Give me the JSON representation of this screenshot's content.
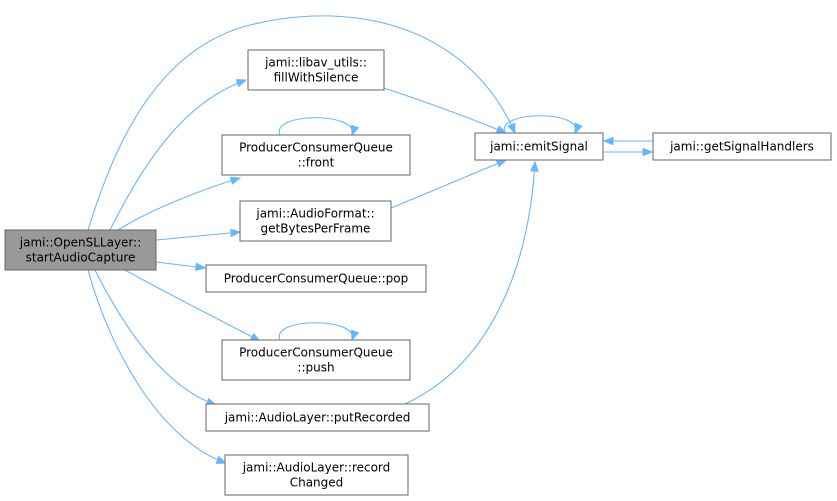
{
  "diagram": {
    "type": "call-graph",
    "colors": {
      "edge": "#63b8ff",
      "node_border": "#666666",
      "node_fill": "#ffffff",
      "root_fill": "#999999"
    },
    "nodes": [
      {
        "id": "start",
        "lines": [
          "jami::OpenSLLayer::",
          "startAudioCapture"
        ],
        "root": true
      },
      {
        "id": "fill",
        "lines": [
          "jami::libav_utils::",
          "fillWithSilence"
        ]
      },
      {
        "id": "front",
        "lines": [
          "ProducerConsumerQueue",
          "::front"
        ]
      },
      {
        "id": "bytes",
        "lines": [
          "jami::AudioFormat::",
          "getBytesPerFrame"
        ]
      },
      {
        "id": "pop",
        "lines": [
          "ProducerConsumerQueue::pop"
        ]
      },
      {
        "id": "push",
        "lines": [
          "ProducerConsumerQueue",
          "::push"
        ]
      },
      {
        "id": "putrec",
        "lines": [
          "jami::AudioLayer::putRecorded"
        ]
      },
      {
        "id": "recch",
        "lines": [
          "jami::AudioLayer::record",
          "Changed"
        ]
      },
      {
        "id": "emit",
        "lines": [
          "jami::emitSignal"
        ]
      },
      {
        "id": "handlers",
        "lines": [
          "jami::getSignalHandlers"
        ]
      }
    ],
    "edges": [
      {
        "from": "start",
        "to": "emit"
      },
      {
        "from": "start",
        "to": "fill"
      },
      {
        "from": "start",
        "to": "front"
      },
      {
        "from": "start",
        "to": "bytes"
      },
      {
        "from": "start",
        "to": "pop"
      },
      {
        "from": "start",
        "to": "push"
      },
      {
        "from": "start",
        "to": "putrec"
      },
      {
        "from": "start",
        "to": "recch"
      },
      {
        "from": "fill",
        "to": "emit"
      },
      {
        "from": "bytes",
        "to": "emit"
      },
      {
        "from": "putrec",
        "to": "emit"
      },
      {
        "from": "emit",
        "to": "emit"
      },
      {
        "from": "emit",
        "to": "handlers"
      },
      {
        "from": "handlers",
        "to": "emit"
      },
      {
        "from": "front",
        "to": "front"
      },
      {
        "from": "push",
        "to": "push"
      }
    ]
  }
}
